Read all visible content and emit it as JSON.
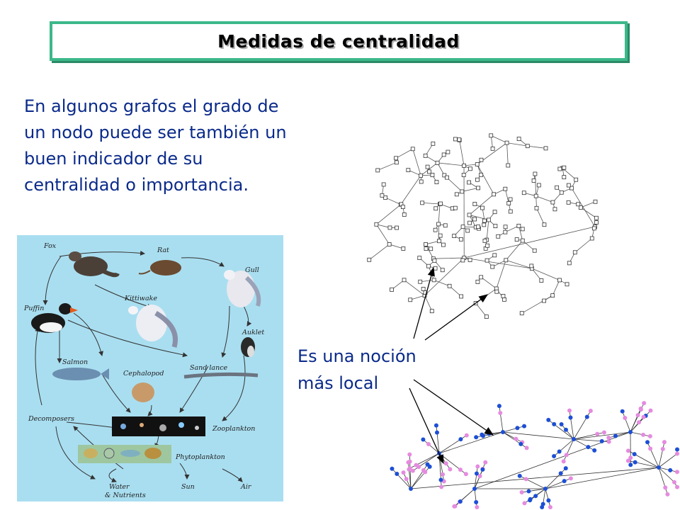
{
  "title": "Medidas de centralidad",
  "body_lines": [
    "En algunos grafos el grado de",
    "un nodo puede ser también un",
    "buen indicador de su",
    "centralidad o importancia."
  ],
  "local_lines": [
    "Es una noción",
    "más local"
  ],
  "foodweb": {
    "labels": {
      "fox": "Fox",
      "rat": "Rat",
      "gull": "Gull",
      "kittiwake": "Kittiwake",
      "puffin": "Puffin",
      "auklet": "Auklet",
      "salmon": "Salmon",
      "cephalopod": "Cephalopod",
      "sandlance": "Sand lance",
      "decomposers": "Decomposers",
      "zooplankton": "Zooplankton",
      "phytoplankton": "Phytoplankton",
      "water1": "Water",
      "water2": "& Nutrients",
      "sun": "Sun",
      "air": "Air"
    }
  },
  "colors": {
    "title_border": "#3cb88a",
    "text": "#0a2a8a",
    "foodweb_bg": "#a9def0",
    "graph_node_blue": "#1d4fd6",
    "graph_node_pink": "#e58be0"
  }
}
